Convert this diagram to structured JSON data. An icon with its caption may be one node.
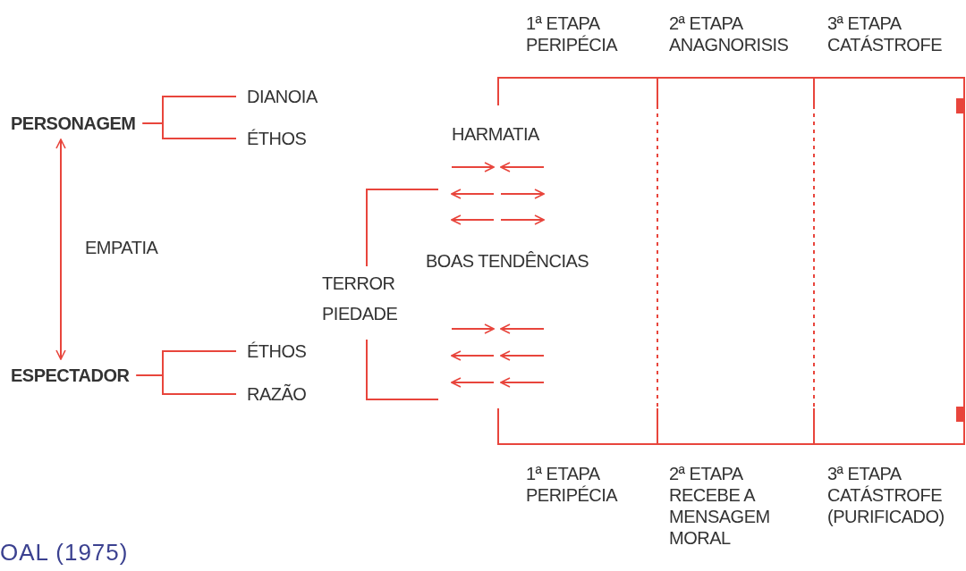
{
  "diagram": {
    "nodes": [
      {
        "text": [
          "PERSONAGEM"
        ]
      },
      {
        "text": [
          "DIANOIA"
        ]
      },
      {
        "text": [
          "ÉTHOS"
        ]
      },
      {
        "text": [
          "ESPECTADOR"
        ]
      },
      {
        "text": [
          "ÉTHOS"
        ]
      },
      {
        "text": [
          "RAZÃO"
        ]
      },
      {
        "text": [
          "TERROR PIEDADE"
        ]
      }
    ],
    "edges": [
      {
        "from": 0,
        "to": 1,
        "arrow": "none"
      },
      {
        "from": 0,
        "to": 2,
        "arrow": "none"
      },
      {
        "from": 3,
        "to": 4,
        "arrow": "none"
      },
      {
        "from": 3,
        "to": 5,
        "arrow": "none"
      },
      {
        "from": 0,
        "to": 3,
        "arrow": "both",
        "label": "EMPATIA"
      }
    ],
    "labels": [
      "1ª ETAPA PERIPÉCIA",
      "2ª ETAPA ANAGNORISIS",
      "3ª ETAPA CATÁSTROFE",
      "HARMATIA",
      "BOAS TENDÊNCIAS",
      "1ª ETAPA PERIPÉCIA",
      "2ª ETAPA RECEBE A MENSAGEM MORAL",
      "3ª ETAPA CATÁSTROFE (PURIFICADO)",
      "OAL (1975)"
    ]
  }
}
